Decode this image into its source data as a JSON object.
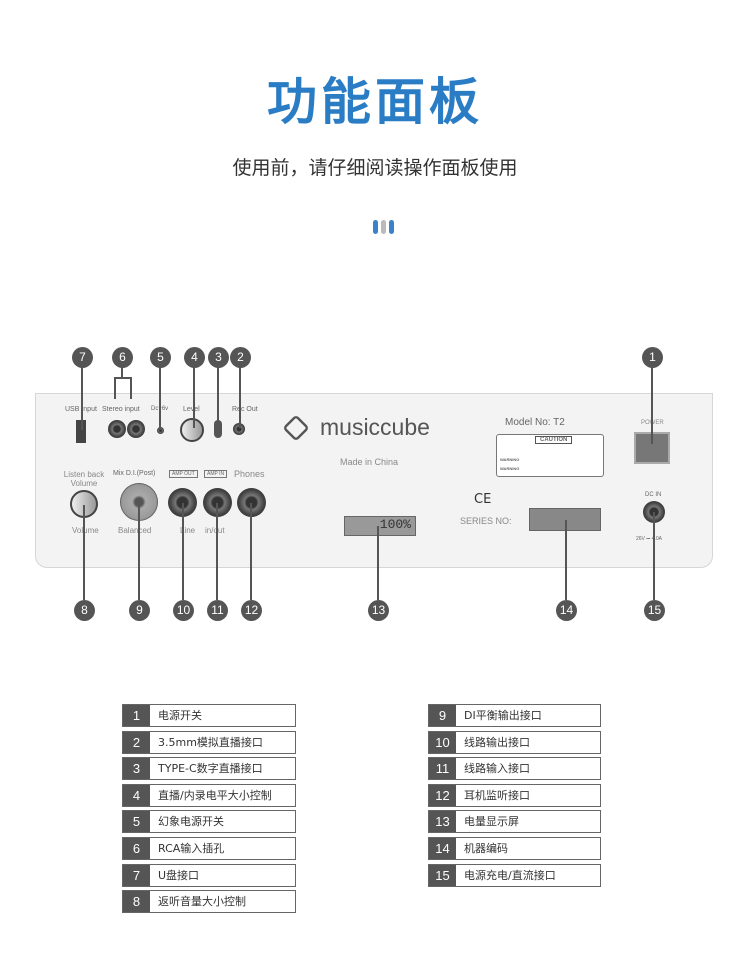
{
  "header": {
    "title": "功能面板",
    "subtitle": "使用前，请仔细阅读操作面板使用",
    "accent": "#2a7dc4"
  },
  "panel": {
    "brand": "musiccube",
    "made_in": "Made in China",
    "model": "Model No: T2",
    "caution": "CAUTION",
    "warning1": "WARNING",
    "warning2": "WARNING",
    "usb_input": "USB Input",
    "stereo_input": "Stereo input",
    "phantom": "Dc+6v",
    "level": "Level",
    "rec_out": "Rec Out",
    "listen_back": "Listen back Volume",
    "mix_di": "Mix D.I.(Post)",
    "amp_out": "AMP OUT",
    "amp_in": "AMP IN",
    "phones": "Phones",
    "volume": "Volume",
    "balanced": "Balanced",
    "line": "Line",
    "inout": "in/out",
    "battery": "100%",
    "ce": "CE",
    "series_no": "SERIES NO:",
    "power": "POWER",
    "dc_in": "DC IN",
    "dc_spec": "26V ⎓ 4.0A"
  },
  "callouts": [
    "1",
    "2",
    "3",
    "4",
    "5",
    "6",
    "7",
    "8",
    "9",
    "10",
    "11",
    "12",
    "13",
    "14",
    "15"
  ],
  "legend_left": [
    {
      "n": "1",
      "label": "电源开关"
    },
    {
      "n": "2",
      "label": "3.5mm模拟直播接口"
    },
    {
      "n": "3",
      "label": "TYPE-C数字直播接口"
    },
    {
      "n": "4",
      "label": "直播/内录电平大小控制"
    },
    {
      "n": "5",
      "label": "幻象电源开关"
    },
    {
      "n": "6",
      "label": "RCA输入插孔"
    },
    {
      "n": "7",
      "label": "U盘接口"
    },
    {
      "n": "8",
      "label": "返听音量大小控制"
    }
  ],
  "legend_right": [
    {
      "n": "9",
      "label": "DI平衡输出接口"
    },
    {
      "n": "10",
      "label": "线路输出接口"
    },
    {
      "n": "11",
      "label": "线路输入接口"
    },
    {
      "n": "12",
      "label": "耳机监听接口"
    },
    {
      "n": "13",
      "label": "电量显示屏"
    },
    {
      "n": "14",
      "label": "机器编码"
    },
    {
      "n": "15",
      "label": "电源充电/直流接口"
    }
  ]
}
